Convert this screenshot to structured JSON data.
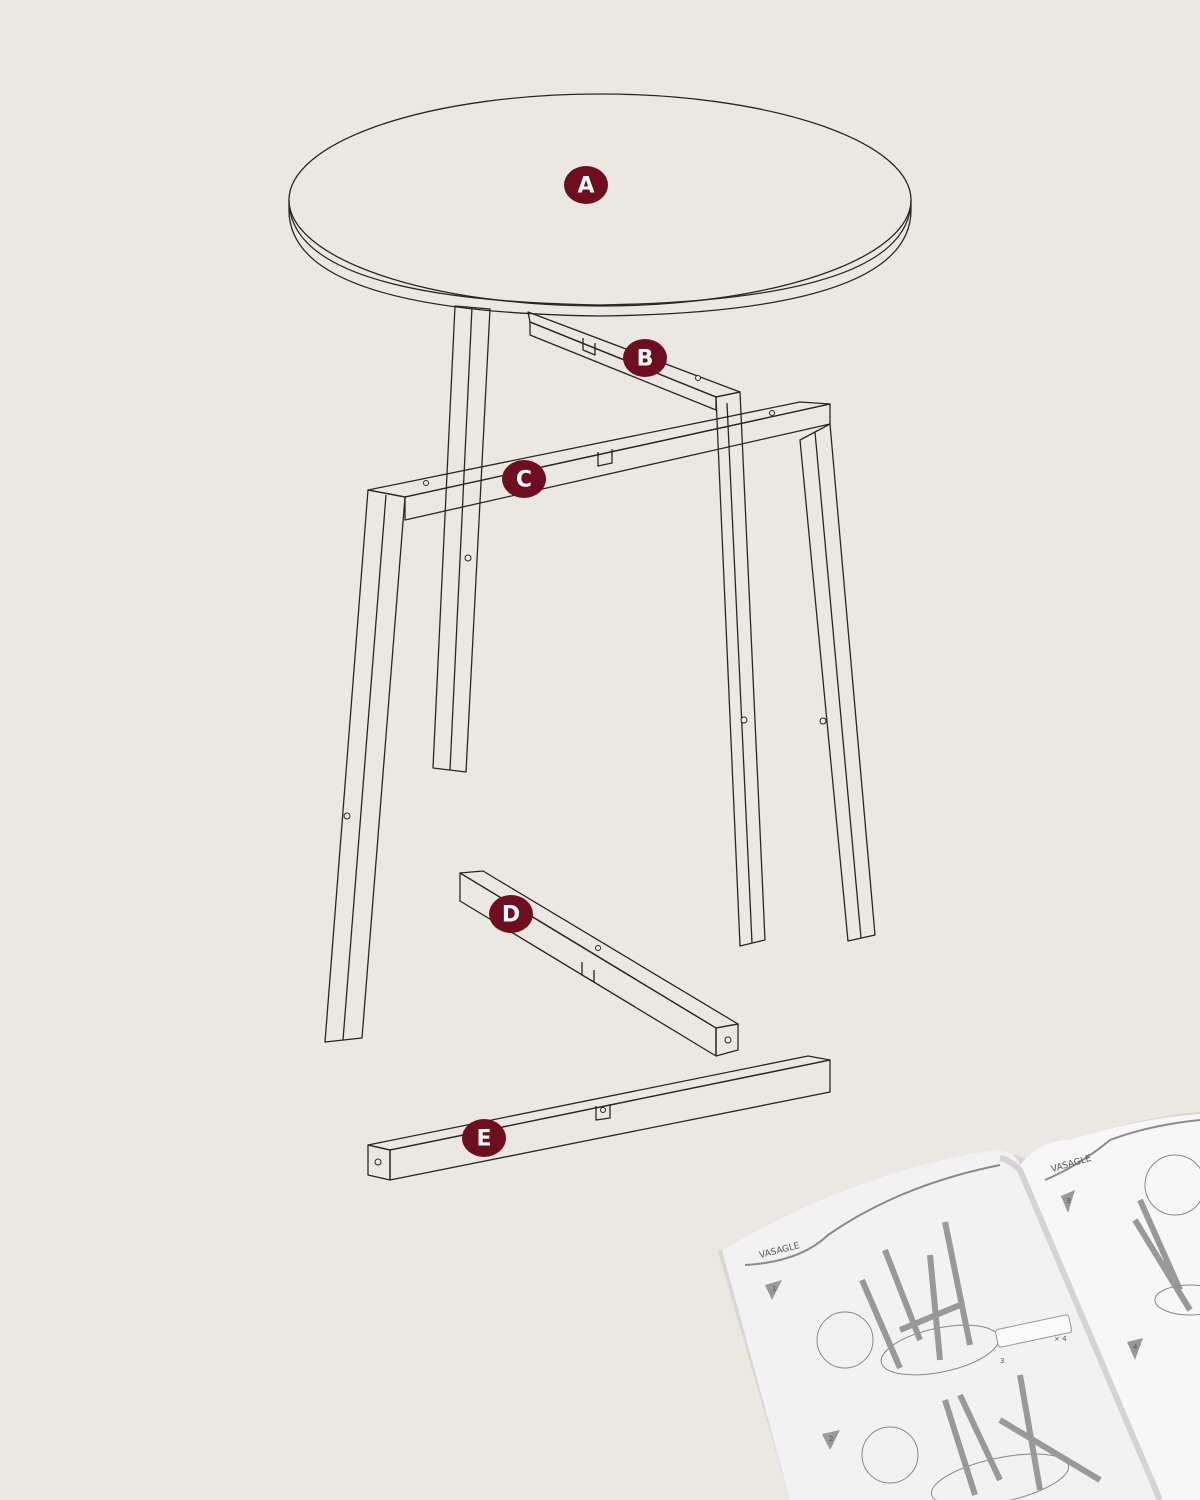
{
  "colors": {
    "background": "#ebe8e3",
    "badge": "#6e0f1f",
    "line": "#2a2624"
  },
  "parts": [
    {
      "id": "A",
      "label": "A",
      "name": "table-top"
    },
    {
      "id": "B",
      "label": "B",
      "name": "leg-frame-b"
    },
    {
      "id": "C",
      "label": "C",
      "name": "leg-frame-c"
    },
    {
      "id": "D",
      "label": "D",
      "name": "crossbar-d"
    },
    {
      "id": "E",
      "label": "E",
      "name": "crossbar-e"
    }
  ],
  "manual": {
    "brand": "VASAGLE",
    "steps": [
      "1",
      "2",
      "3",
      "4"
    ],
    "screw_count": "× 4",
    "screw_id": "3"
  }
}
